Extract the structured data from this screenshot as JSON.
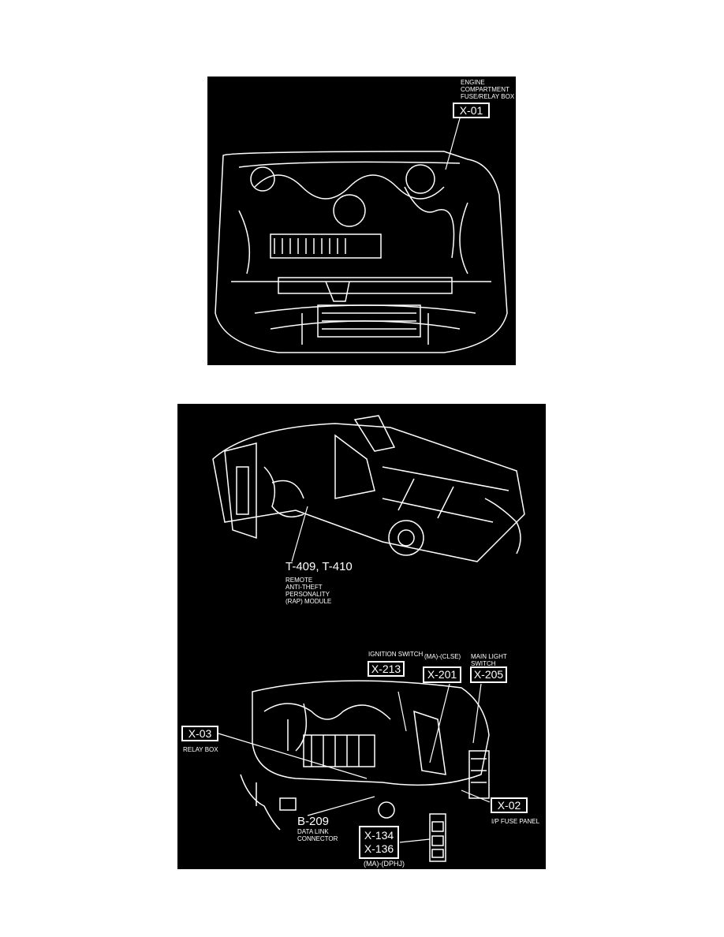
{
  "figure1": {
    "caption_lines": [
      "ENGINE",
      "COMPARTMENT",
      "FUSE/RELAY BOX"
    ],
    "connector": "X-01"
  },
  "figure2": {
    "rap": {
      "ids": "T-409, T-410",
      "lines": [
        "REMOTE",
        "ANTI-THEFT",
        "PERSONALITY",
        "(RAP) MODULE"
      ]
    },
    "ignition": {
      "label": "IGNITION SWITCH",
      "connector": "X-213"
    },
    "clse": {
      "label": "(MA)-(CLSE)",
      "connector": "X-201"
    },
    "main_light": {
      "lines": [
        "MAIN LIGHT",
        "SWITCH"
      ],
      "connector": "X-205"
    },
    "relay_box": {
      "connector": "X-03",
      "label": "RELAY BOX"
    },
    "data_link": {
      "id": "B-209",
      "lines": [
        "DATA LINK",
        "CONNECTOR"
      ]
    },
    "dphj": {
      "connectors": [
        "X-134",
        "X-136"
      ],
      "label": "(MA)-(DPHJ)"
    },
    "fuse_panel": {
      "connector": "X-02",
      "label": "I/P FUSE PANEL"
    }
  }
}
